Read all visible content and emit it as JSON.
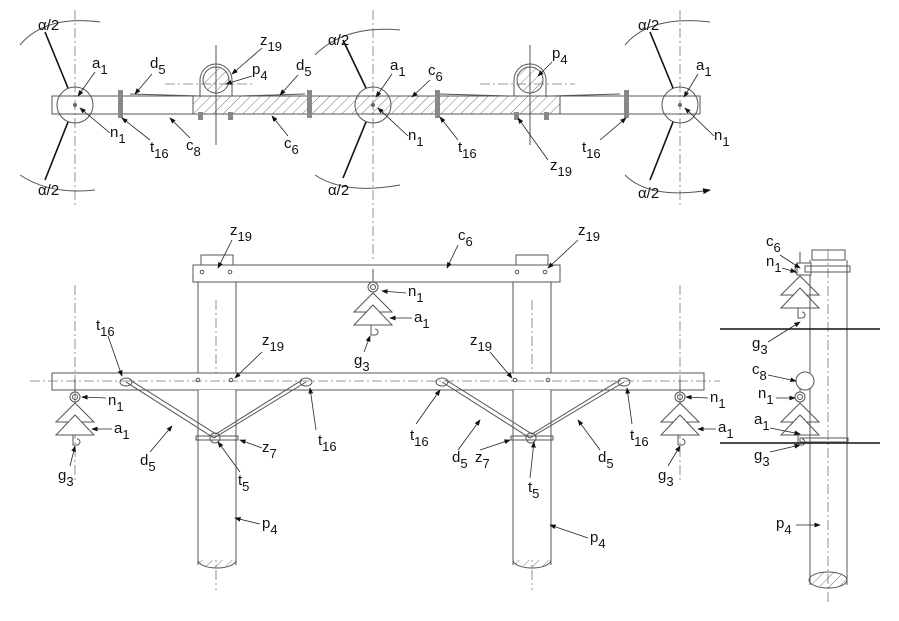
{
  "labels": {
    "alpha2": [
      "α",
      "/2"
    ],
    "a1": [
      "a",
      "1"
    ],
    "d5": [
      "d",
      "5"
    ],
    "z19": [
      "z",
      "19"
    ],
    "p4": [
      "p",
      "4"
    ],
    "c6": [
      "c",
      "6"
    ],
    "c8": [
      "c",
      "8"
    ],
    "n1": [
      "n",
      "1"
    ],
    "t16": [
      "t",
      "16"
    ],
    "g3": [
      "g",
      "3"
    ],
    "z7": [
      "z",
      "7"
    ],
    "t5": [
      "t",
      "5"
    ]
  },
  "colors": {
    "line": "#555555",
    "text": "#111111",
    "background": "#ffffff"
  }
}
